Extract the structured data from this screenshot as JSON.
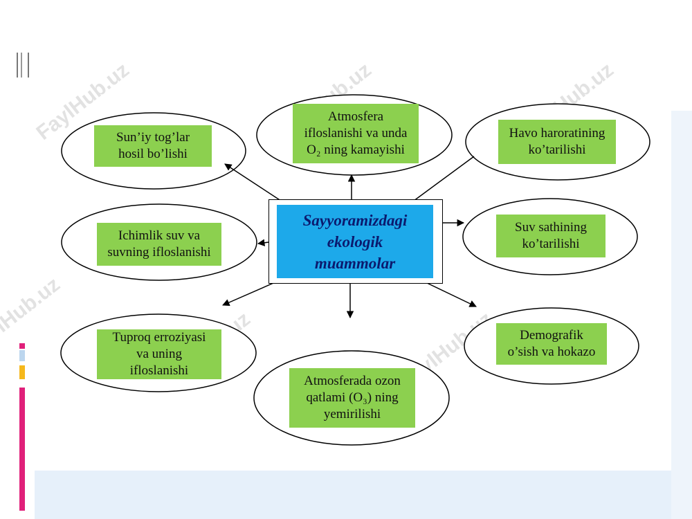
{
  "diagram": {
    "center": {
      "lines": [
        "Sayyoramizdagi",
        "ekologik",
        "muammolar"
      ],
      "color": "#1da9ea"
    },
    "label_color": "#8cd04f",
    "nodes": [
      {
        "id": "suniy-toglar",
        "lines": [
          "Sun’iy tog’lar",
          "hosil bo’lishi"
        ]
      },
      {
        "id": "atmosfera-ifloslanishi",
        "lines": [
          "Atmosfera",
          "ifloslanishi va unda",
          "O₂ ning kamayishi"
        ]
      },
      {
        "id": "havo-harorati",
        "lines": [
          "Havo haroratining",
          "ko’tarilishi"
        ]
      },
      {
        "id": "ichimlik-suv",
        "lines": [
          "Ichimlik suv va",
          "suvning ifloslanishi"
        ]
      },
      {
        "id": "suv-sathi",
        "lines": [
          "Suv sathining",
          "ko’tarilishi"
        ]
      },
      {
        "id": "tuproq-erroziyasi",
        "lines": [
          "Tuproq erroziyasi",
          "va uning",
          "ifloslanishi"
        ]
      },
      {
        "id": "ozon-qatlami",
        "lines": [
          "Atmosferada ozon",
          "qatlami (O₃) ning",
          "yemirilishi"
        ]
      },
      {
        "id": "demografik-osish",
        "lines": [
          "Demografik",
          "o’sish va hokazo"
        ]
      }
    ]
  },
  "watermark": "FaylHub.uz"
}
